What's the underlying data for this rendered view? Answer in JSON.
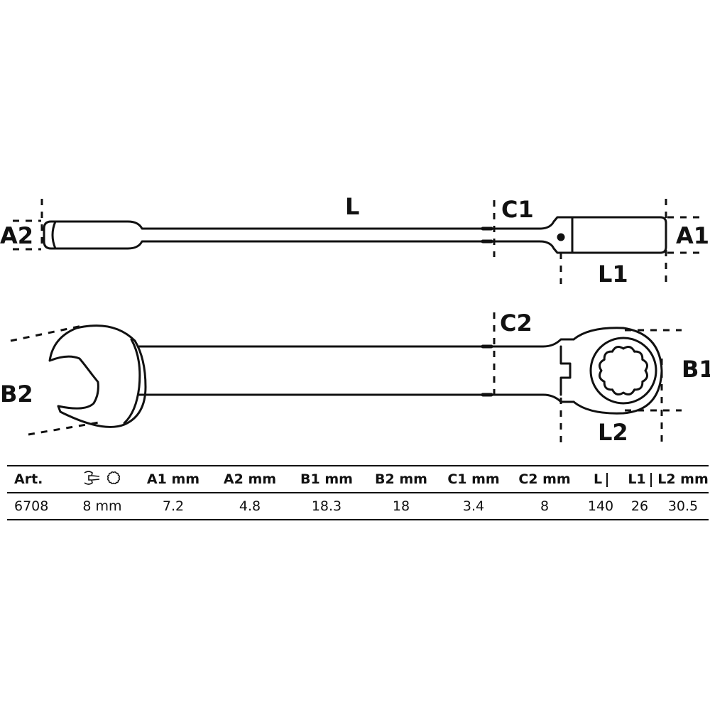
{
  "dimension_labels": {
    "A1": "A1",
    "A2": "A2",
    "B1": "B1",
    "B2": "B2",
    "C1": "C1",
    "C2": "C2",
    "L": "L",
    "L1": "L1",
    "L2": "L2"
  },
  "icons": {
    "open_end": "open-end-wrench-icon",
    "ring_end": "twelve-point-ring-icon"
  },
  "table": {
    "headers": {
      "art": "Art.",
      "a1": "A1   mm",
      "a2": "A2  mm",
      "b1": "B1  mm",
      "b2": "B2  mm",
      "c1": "C1 mm",
      "c2": "C2 mm",
      "l": "L",
      "l1": "L1",
      "l2": "L2  mm"
    },
    "row": {
      "art": "6708",
      "size": "8 mm",
      "a1": "7.2",
      "a2": "4.8",
      "b1": "18.3",
      "b2": "18",
      "c1": "3.4",
      "c2": "8",
      "l": "140",
      "l1": "26",
      "l2": "30.5"
    }
  }
}
